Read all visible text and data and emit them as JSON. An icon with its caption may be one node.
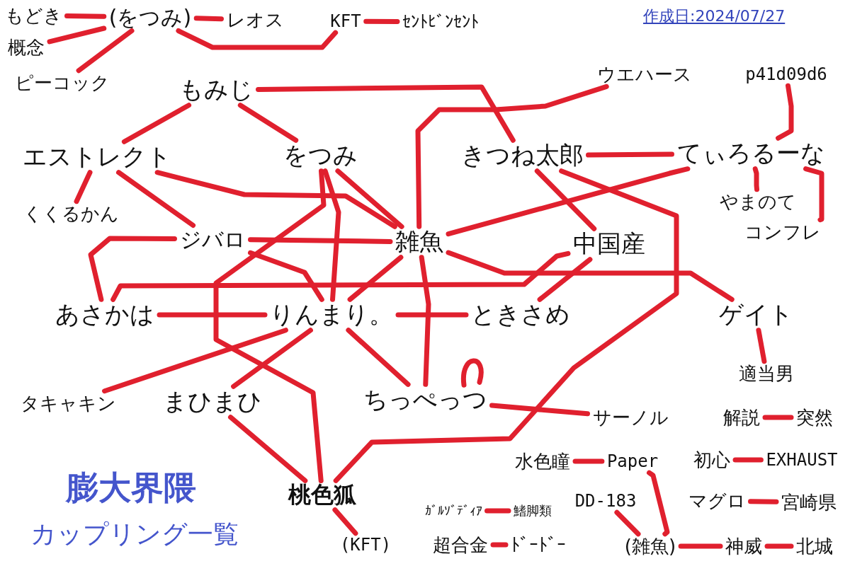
{
  "diagram": {
    "title": "膨大界隈",
    "nodes": [
      {
        "text": [
          "もどき"
        ]
      },
      {
        "text": [
          "(をつみ)"
        ]
      },
      {
        "text": [
          "概念"
        ]
      },
      {
        "text": [
          "ピーコック"
        ]
      },
      {
        "text": [
          "レオス"
        ]
      },
      {
        "text": [
          "KFT"
        ]
      },
      {
        "text": [
          "ｾﾝﾄﾋﾞﾝｾﾝﾄ"
        ]
      },
      {
        "text": [
          "もみじ"
        ]
      },
      {
        "text": [
          "ウエハース"
        ]
      },
      {
        "text": [
          "p41d09d6"
        ]
      },
      {
        "text": [
          "エストレクト"
        ]
      },
      {
        "text": [
          "をつみ"
        ]
      },
      {
        "text": [
          "きつね太郎"
        ]
      },
      {
        "text": [
          "てぃろるーな"
        ]
      },
      {
        "text": [
          "くくるかん"
        ]
      },
      {
        "text": [
          "やまのて"
        ]
      },
      {
        "text": [
          "コンフレ"
        ]
      },
      {
        "text": [
          "ジバロ"
        ]
      },
      {
        "text": [
          "雑魚"
        ]
      },
      {
        "text": [
          "中国産"
        ]
      },
      {
        "text": [
          "あさかは"
        ]
      },
      {
        "text": [
          "りんまり。"
        ]
      },
      {
        "text": [
          "ときさめ"
        ]
      },
      {
        "text": [
          "ゲイト"
        ]
      },
      {
        "text": [
          "タキャキン"
        ]
      },
      {
        "text": [
          "まひまひ"
        ]
      },
      {
        "text": [
          "ちっぺっつ"
        ]
      },
      {
        "text": [
          "適当男"
        ]
      },
      {
        "text": [
          "サーノル"
        ]
      },
      {
        "text": [
          "解説"
        ]
      },
      {
        "text": [
          "突然"
        ]
      },
      {
        "text": [
          "桃色狐"
        ]
      },
      {
        "text": [
          "水色瞳"
        ]
      },
      {
        "text": [
          "Paper"
        ]
      },
      {
        "text": [
          "初心"
        ]
      },
      {
        "text": [
          "EXHAUST"
        ]
      },
      {
        "text": [
          "DD-183"
        ]
      },
      {
        "text": [
          "マグロ"
        ]
      },
      {
        "text": [
          "宮崎県"
        ]
      },
      {
        "text": [
          "ｶﾞﾙｿﾞﾃﾞｨｱ"
        ]
      },
      {
        "text": [
          "鰭脚類"
        ]
      },
      {
        "text": [
          "(KFT)"
        ]
      },
      {
        "text": [
          "超合金"
        ]
      },
      {
        "text": [
          "ﾄﾞｰﾄﾞｰ"
        ]
      },
      {
        "text": [
          "(雑魚)"
        ]
      },
      {
        "text": [
          "神威"
        ]
      },
      {
        "text": [
          "北城"
        ]
      }
    ],
    "edges": [
      {
        "from": 0,
        "to": 1,
        "arrow": "none"
      },
      {
        "from": 2,
        "to": 1,
        "arrow": "none"
      },
      {
        "from": 3,
        "to": 1,
        "arrow": "none"
      },
      {
        "from": 1,
        "to": 4,
        "arrow": "none"
      },
      {
        "from": 1,
        "to": 5,
        "arrow": "none"
      },
      {
        "from": 5,
        "to": 6,
        "arrow": "none"
      },
      {
        "from": 7,
        "to": 12,
        "arrow": "none"
      },
      {
        "from": 8,
        "to": 18,
        "arrow": "none"
      },
      {
        "from": 9,
        "to": 13,
        "arrow": "none"
      },
      {
        "from": 7,
        "to": 10,
        "arrow": "none"
      },
      {
        "from": 7,
        "to": 11,
        "arrow": "none"
      },
      {
        "from": 12,
        "to": 13,
        "arrow": "none"
      },
      {
        "from": 13,
        "to": 18,
        "arrow": "none"
      },
      {
        "from": 13,
        "to": 15,
        "arrow": "none"
      },
      {
        "from": 13,
        "to": 16,
        "arrow": "none"
      },
      {
        "from": 12,
        "to": 19,
        "arrow": "none"
      },
      {
        "from": 12,
        "to": 31,
        "arrow": "none"
      },
      {
        "from": 10,
        "to": 14,
        "arrow": "none"
      },
      {
        "from": 10,
        "to": 17,
        "arrow": "none"
      },
      {
        "from": 10,
        "to": 18,
        "arrow": "none"
      },
      {
        "from": 11,
        "to": 21,
        "arrow": "none"
      },
      {
        "from": 11,
        "to": 31,
        "arrow": "none"
      },
      {
        "from": 11,
        "to": 18,
        "arrow": "none"
      },
      {
        "from": 17,
        "to": 18,
        "arrow": "none"
      },
      {
        "from": 17,
        "to": 20,
        "arrow": "none"
      },
      {
        "from": 17,
        "to": 21,
        "arrow": "none"
      },
      {
        "from": 20,
        "to": 19,
        "arrow": "none"
      },
      {
        "from": 20,
        "to": 21,
        "arrow": "none"
      },
      {
        "from": 21,
        "to": 22,
        "arrow": "none"
      },
      {
        "from": 18,
        "to": 21,
        "arrow": "none"
      },
      {
        "from": 18,
        "to": 26,
        "arrow": "none"
      },
      {
        "from": 21,
        "to": 26,
        "arrow": "none"
      },
      {
        "from": 21,
        "to": 24,
        "arrow": "none"
      },
      {
        "from": 21,
        "to": 25,
        "arrow": "none"
      },
      {
        "from": 25,
        "to": 31,
        "arrow": "none"
      },
      {
        "from": 26,
        "to": 26,
        "arrow": "none"
      },
      {
        "from": 26,
        "to": 28,
        "arrow": "none"
      },
      {
        "from": 18,
        "to": 23,
        "arrow": "none"
      },
      {
        "from": 22,
        "to": 19,
        "arrow": "none"
      },
      {
        "from": 23,
        "to": 27,
        "arrow": "none"
      },
      {
        "from": 29,
        "to": 30,
        "arrow": "none"
      },
      {
        "from": 31,
        "to": 41,
        "arrow": "none"
      },
      {
        "from": 32,
        "to": 33,
        "arrow": "none"
      },
      {
        "from": 34,
        "to": 35,
        "arrow": "none"
      },
      {
        "from": 33,
        "to": 44,
        "arrow": "none"
      },
      {
        "from": 37,
        "to": 38,
        "arrow": "none"
      },
      {
        "from": 36,
        "to": 44,
        "arrow": "none"
      },
      {
        "from": 39,
        "to": 40,
        "arrow": "none"
      },
      {
        "from": 42,
        "to": 43,
        "arrow": "none"
      },
      {
        "from": 44,
        "to": 45,
        "arrow": "none"
      },
      {
        "from": 45,
        "to": 46,
        "arrow": "none"
      }
    ],
    "labels": [
      "作成日:2024/07/27",
      "カップリング一覧"
    ]
  }
}
